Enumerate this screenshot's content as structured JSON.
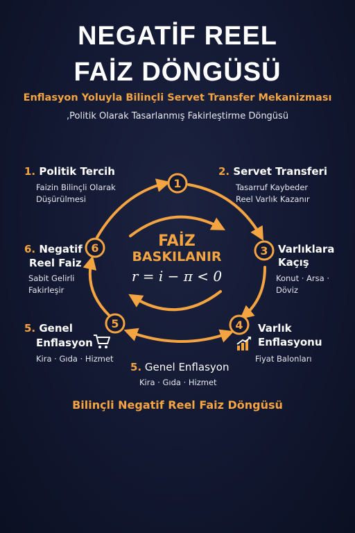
{
  "title": {
    "line1": "NEGATİF REEL",
    "line2": "FAİZ DÖNGÜSÜ"
  },
  "subtitle": "Enflasyon Yoluyla Bilinçli Servet Transfer Mekanizması",
  "subtitle2": ",Politik Olarak Tasarlanmış Fakirleştirme Döngüsü",
  "center": {
    "line1": "FAİZ",
    "line2": "BASKILANIR",
    "formula": "r = i − π < 0"
  },
  "badges": [
    "1",
    "2",
    "3",
    "4",
    "5",
    "6"
  ],
  "steps": {
    "s1": {
      "num": "1.",
      "title": "Politik Tercih",
      "desc1": "Faizin Bilinçli Olarak",
      "desc2": "Düşürülmesi"
    },
    "s2": {
      "num": "2.",
      "title": "Servet Transferi",
      "desc1": "Tasarruf Kaybeder",
      "desc2": "Reel Varlık Kazanır"
    },
    "s3": {
      "num": "",
      "title1": "Varlıklara",
      "title2": "Kaçış",
      "desc1": "Konut · Arsa ·",
      "desc2": "Döviz"
    },
    "s4": {
      "num": "",
      "title1": "Varlık",
      "title2": "Enflasyonu",
      "desc1": "Fiyat Balonları"
    },
    "s5": {
      "num": "5.",
      "title1": "Genel",
      "title2": "Enflasyon",
      "desc1": "Kira · Gıda · Hizmet"
    },
    "s5b": {
      "num": "5.",
      "title": "Genel Enflasyon",
      "desc1": "Kira · Gıda · Hizmet"
    },
    "s6": {
      "num": "6.",
      "title1": "Negatif",
      "title2": "Reel Faiz",
      "desc1": "Sabit Gelirli",
      "desc2": "Fakirleşir"
    }
  },
  "footer": "Bilinçli Negatif Reel Faiz Döngüsü",
  "colors": {
    "accent": "#f5a442",
    "background": "#121831",
    "text": "#ffffff"
  },
  "icons": {
    "s4": "chart-up-icon",
    "s5": "shopping-cart-icon"
  }
}
